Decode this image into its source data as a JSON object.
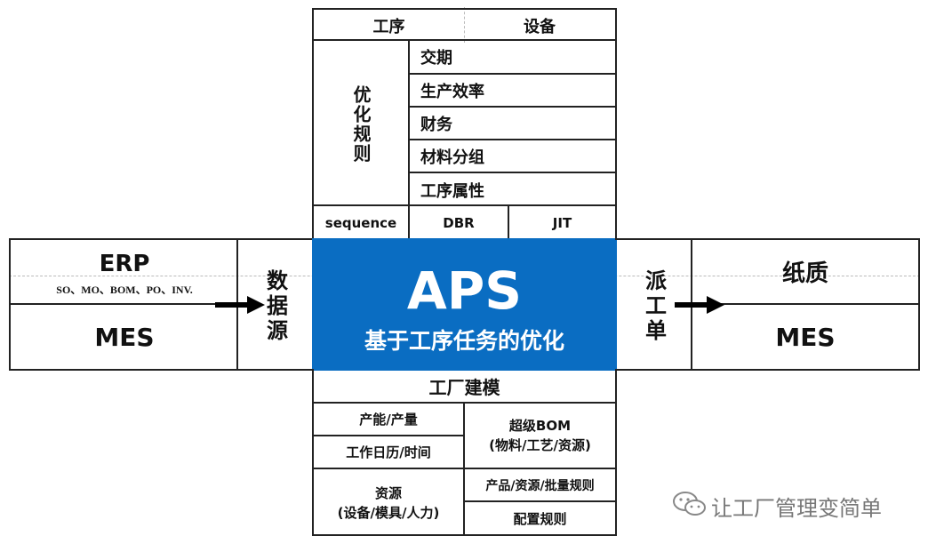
{
  "top_panel": {
    "header_left": "工序",
    "header_right": "设备",
    "rules_label": "优化规则",
    "rules": [
      "交期",
      "生产效率",
      "财务",
      "材料分组",
      "工序属性"
    ],
    "methods": [
      "sequence",
      "DBR",
      "JIT"
    ]
  },
  "center": {
    "title": "APS",
    "subtitle": "基于工序任务的优化",
    "bg_color": "#0a6dc2"
  },
  "left_panel": {
    "erp_title": "ERP",
    "erp_items": "SO、MO、BOM、PO、INV.",
    "mes": "MES",
    "data_source": "数据源"
  },
  "right_panel": {
    "dispatch": "派工单",
    "paper": "纸质",
    "mes": "MES"
  },
  "bottom_panel": {
    "header": "工厂建模",
    "left_items": [
      "产能/产量",
      "工作日历/时间",
      "资源\n(设备/模具/人力)"
    ],
    "right_items": [
      "超级BOM\n(物料/工艺/资源)",
      "产品/资源/批量规则",
      "配置规则"
    ]
  },
  "watermark": "让工厂管理变简单"
}
